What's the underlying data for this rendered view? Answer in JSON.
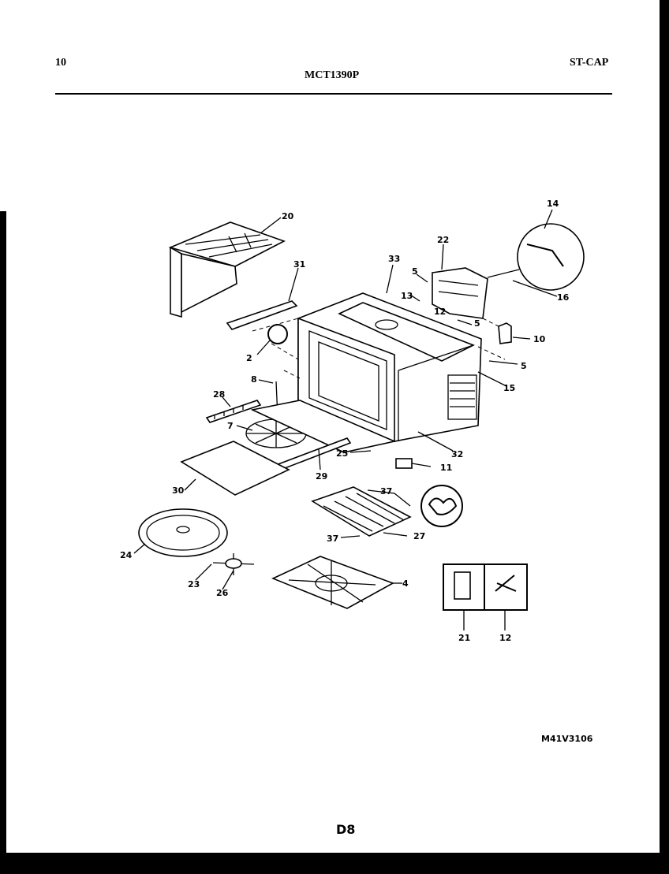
{
  "header": {
    "page_number": "10",
    "model": "MCT1390P",
    "section": "ST-CAP"
  },
  "footer": {
    "diagram_code": "M41V3106",
    "page_code": "D8"
  },
  "callouts": [
    "20",
    "31",
    "33",
    "14",
    "22",
    "5",
    "13",
    "12",
    "5",
    "16",
    "10",
    "5",
    "15",
    "2",
    "8",
    "28",
    "7",
    "25",
    "32",
    "11",
    "29",
    "30",
    "37",
    "37",
    "27",
    "24",
    "23",
    "26",
    "4",
    "21",
    "12"
  ]
}
